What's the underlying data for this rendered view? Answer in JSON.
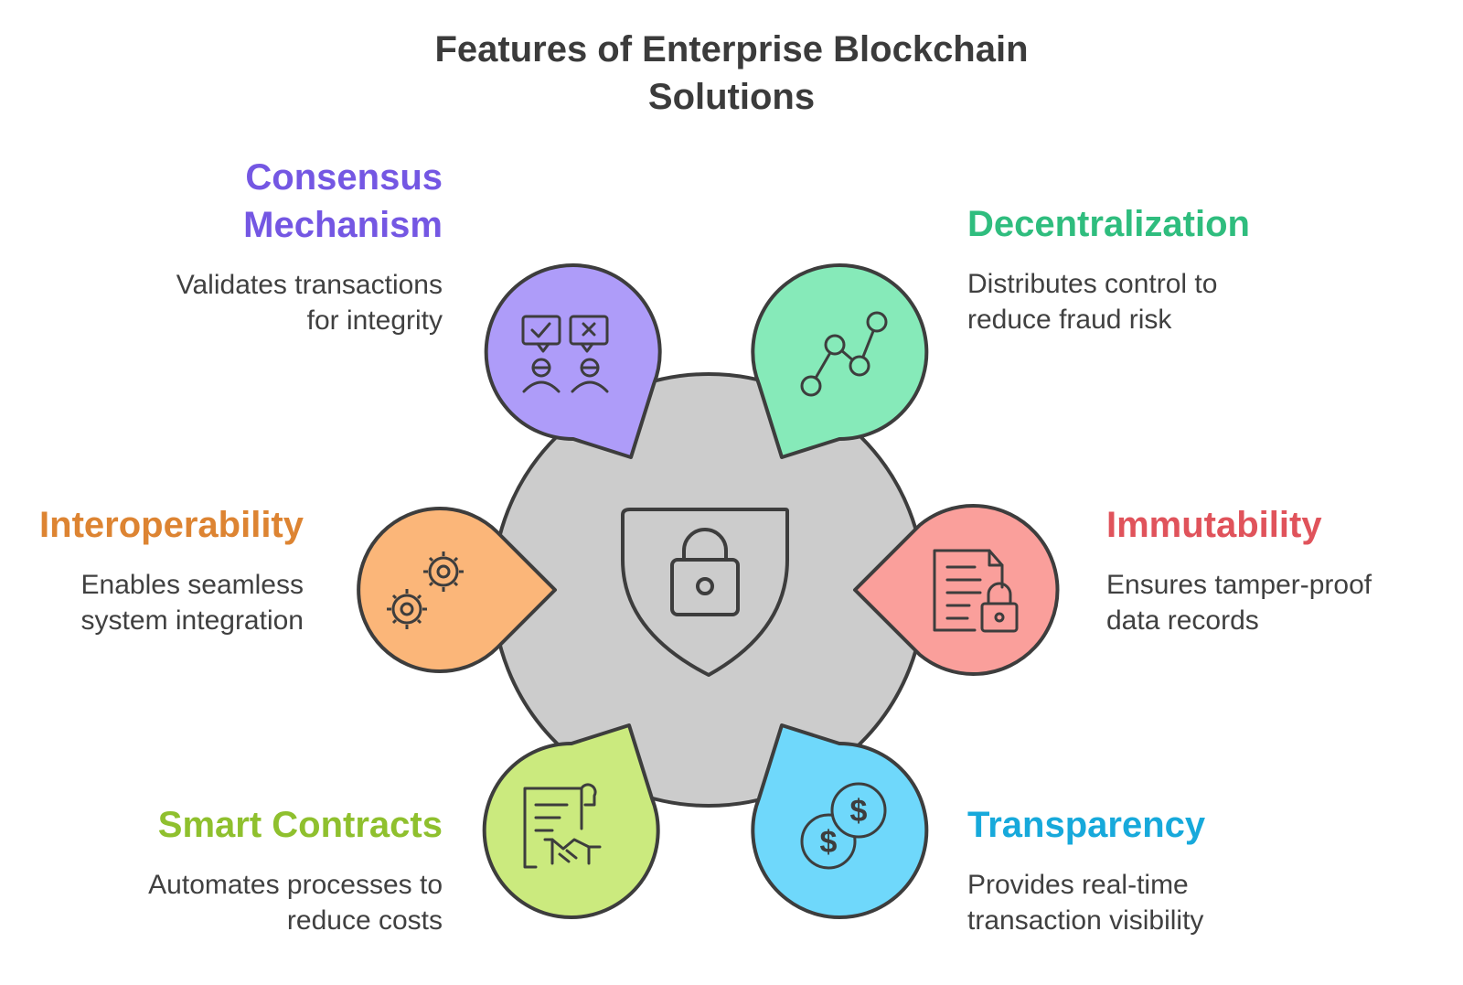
{
  "title": {
    "line1": "Features of Enterprise Blockchain",
    "line2": "Solutions"
  },
  "center": {
    "icon": "shield-lock-icon",
    "color": "#cccccc"
  },
  "features": [
    {
      "key": "consensus",
      "heading_lines": [
        "Consensus",
        "Mechanism"
      ],
      "desc_lines": [
        "Validates transactions",
        "for integrity"
      ],
      "color": "#7457e3",
      "fill": "#ae9cf9",
      "icon": "people-voting-icon"
    },
    {
      "key": "decentralization",
      "heading_lines": [
        "Decentralization"
      ],
      "desc_lines": [
        "Distributes control to",
        "reduce fraud risk"
      ],
      "color": "#2fbd7e",
      "fill": "#86eab9",
      "icon": "network-line-icon"
    },
    {
      "key": "interoperability",
      "heading_lines": [
        "Interoperability"
      ],
      "desc_lines": [
        "Enables seamless",
        "system integration"
      ],
      "color": "#dd8432",
      "fill": "#fbb679",
      "icon": "gears-icon"
    },
    {
      "key": "immutability",
      "heading_lines": [
        "Immutability"
      ],
      "desc_lines": [
        "Ensures tamper-proof",
        "data records"
      ],
      "color": "#e0535b",
      "fill": "#fa9f9b",
      "icon": "document-lock-icon"
    },
    {
      "key": "smart_contracts",
      "heading_lines": [
        "Smart Contracts"
      ],
      "desc_lines": [
        "Automates processes to",
        "reduce costs"
      ],
      "color": "#8fc02e",
      "fill": "#cbea7e",
      "icon": "contract-handshake-icon"
    },
    {
      "key": "transparency",
      "heading_lines": [
        "Transparency"
      ],
      "desc_lines": [
        "Provides real-time",
        "transaction visibility"
      ],
      "color": "#17a9db",
      "fill": "#6fd8fb",
      "icon": "coins-icon"
    }
  ]
}
